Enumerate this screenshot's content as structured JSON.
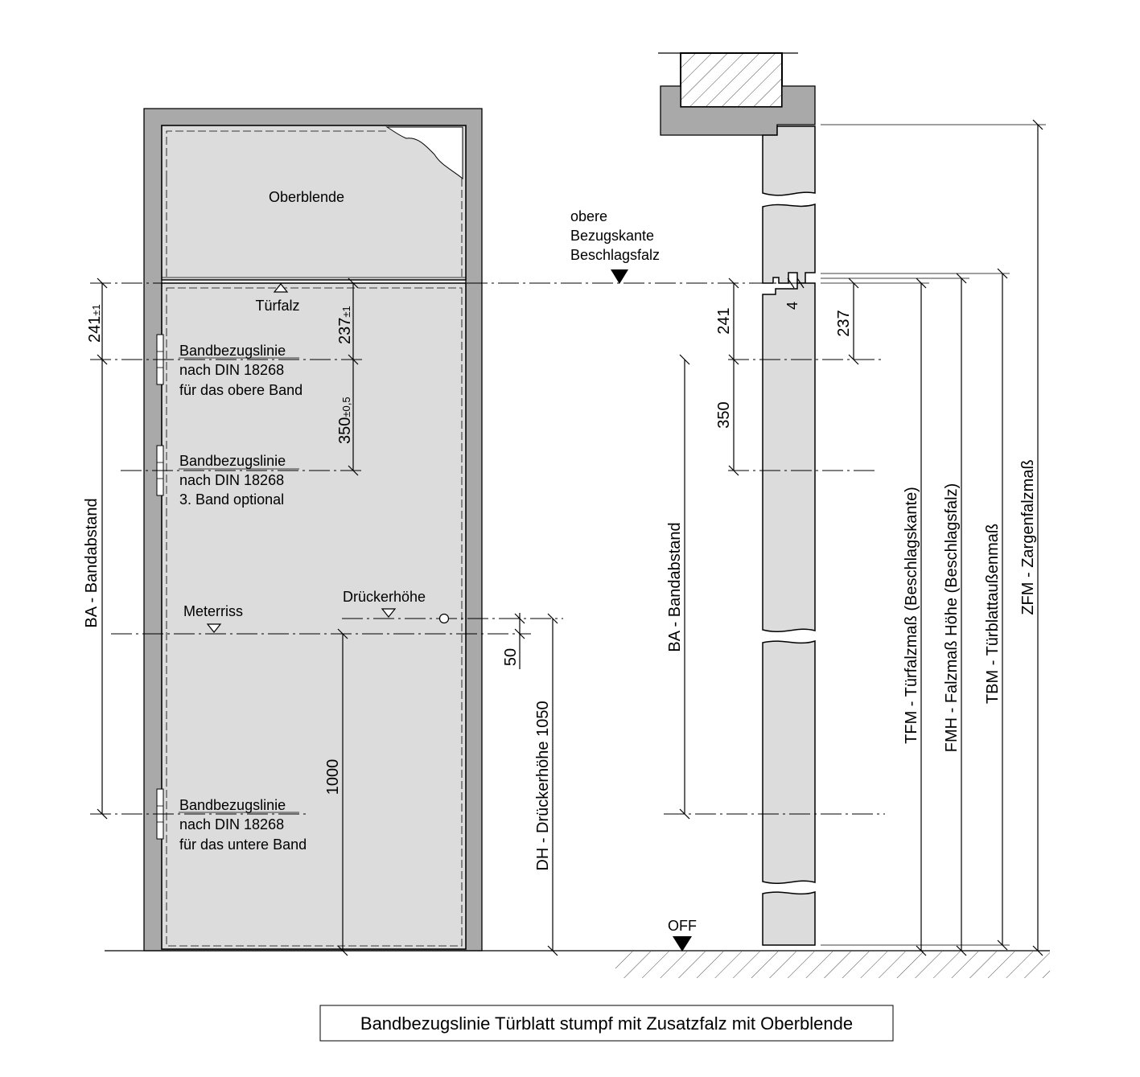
{
  "labels": {
    "oberblende": "Oberblende",
    "tuerfalz": "Türfalz",
    "obere_bezugskante": [
      "obere",
      "Bezugskante",
      "Beschlagsfalz"
    ],
    "band_top": [
      "Bandbezugslinie",
      "nach DIN 18268",
      "für das obere Band"
    ],
    "band_mid": [
      "Bandbezugslinie",
      "nach DIN 18268",
      "3. Band optional"
    ],
    "band_bottom": [
      "Bandbezugslinie",
      "nach DIN 18268",
      "für das untere Band"
    ],
    "meterriss": "Meterriss",
    "drueckerhoehe": "Drückerhöhe",
    "off": "OFF"
  },
  "dimensions": {
    "d241_tol": {
      "value": "241",
      "tol": "±1"
    },
    "d237_tol": {
      "value": "237",
      "tol": "±1"
    },
    "d350_tol": {
      "value": "350",
      "tol": "±0,5"
    },
    "d1000": "1000",
    "d50": "50",
    "dh": "DH - Drückerhöhe 1050",
    "ba_left": "BA - Bandabstand",
    "ba_right": "BA - Bandabstand",
    "d241": "241",
    "d350": "350",
    "d237": "237",
    "d4": "4",
    "tfm": "TFM - Türfalzmaß (Beschlagskante)",
    "fmh": "FMH - Falzmaß Höhe (Beschlagsfalz)",
    "tbm": "TBM - Türblattaußenmaß",
    "zfm": "ZFM - Zargenfalzmaß"
  },
  "caption": "Bandbezugslinie Türblatt stumpf mit Zusatzfalz mit Oberblende",
  "colors": {
    "frame": "#a9a9a9",
    "leaf": "#dcdcdc",
    "line": "#000000",
    "background": "#ffffff"
  }
}
